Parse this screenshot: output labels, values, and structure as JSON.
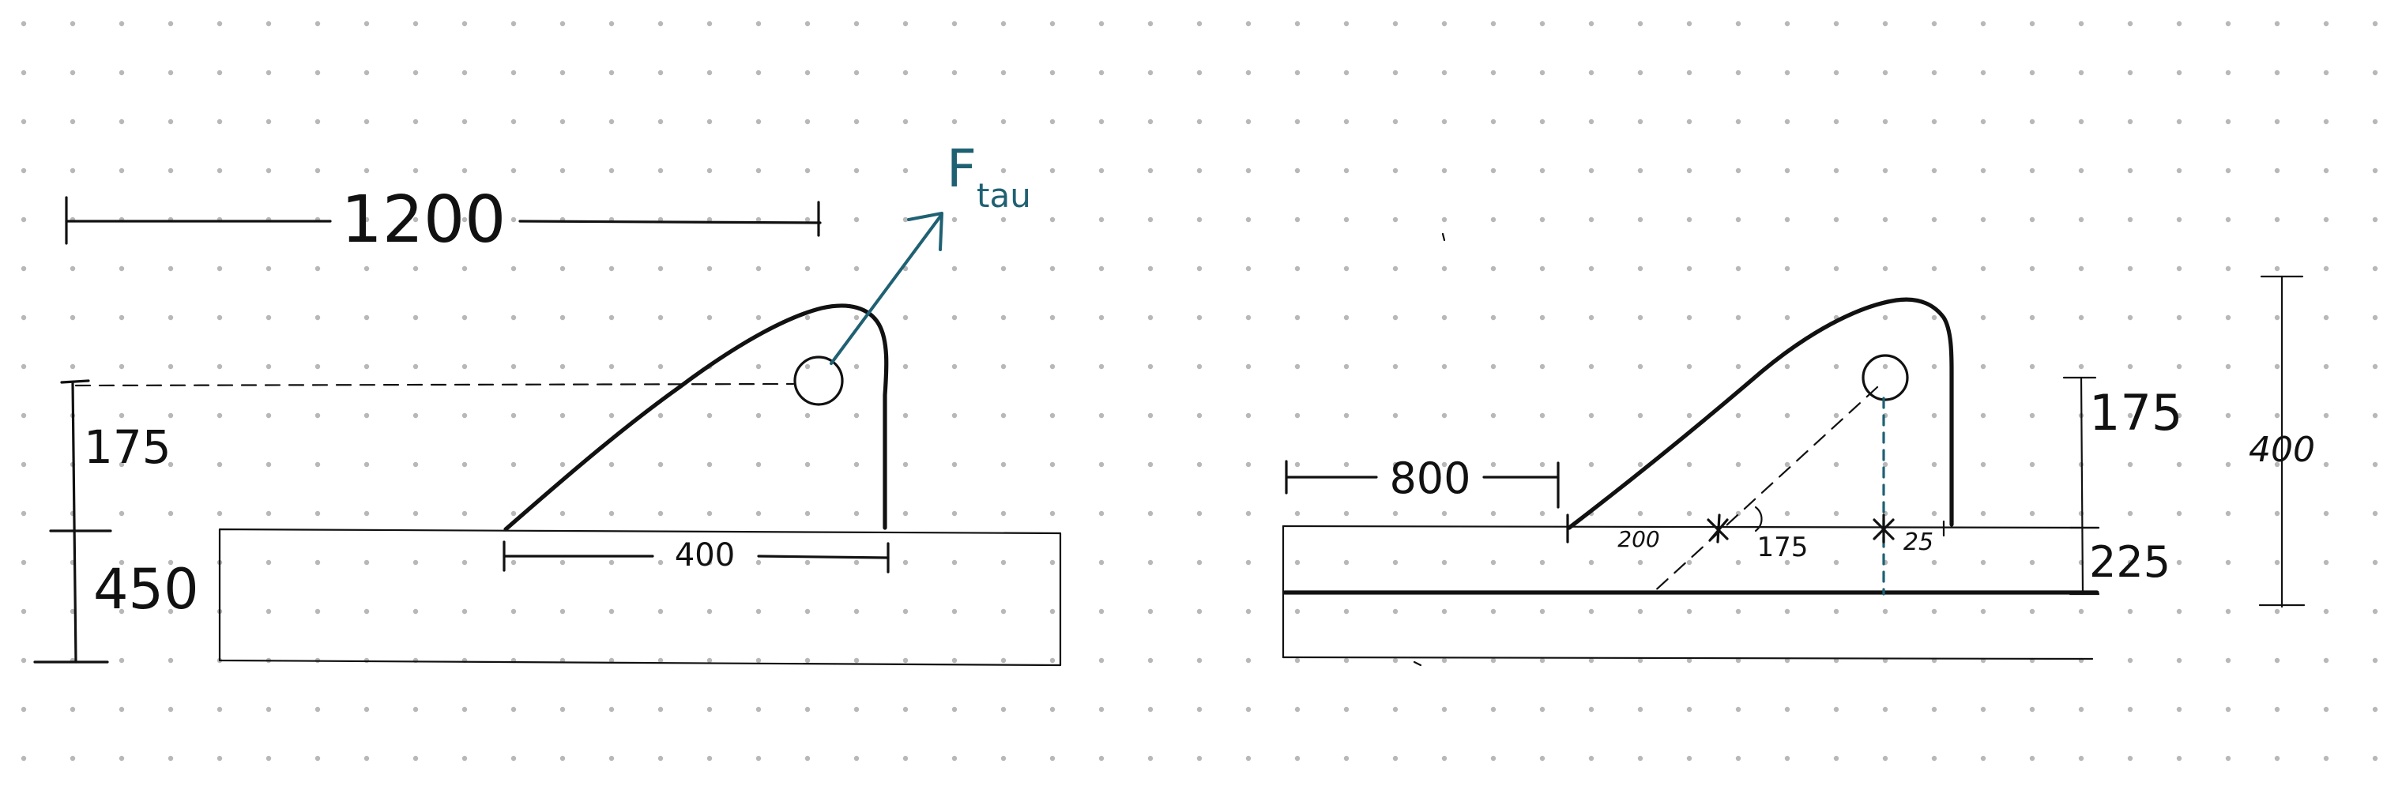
{
  "left_sketch": {
    "dimension_span": "1200",
    "dimension_upper": "175",
    "dimension_lower": "450",
    "dimension_base": "400",
    "force_label_main": "F",
    "force_label_sub": "tau"
  },
  "right_sketch": {
    "dimension_offset": "800",
    "dimension_a": "200",
    "dimension_b": "175",
    "dimension_c": "25",
    "dimension_top": "175",
    "dimension_bottom": "225",
    "dimension_total": "400"
  },
  "colors": {
    "ink": "#111111",
    "accent": "#1f6173",
    "grid_dot": "#b8b8b8"
  }
}
